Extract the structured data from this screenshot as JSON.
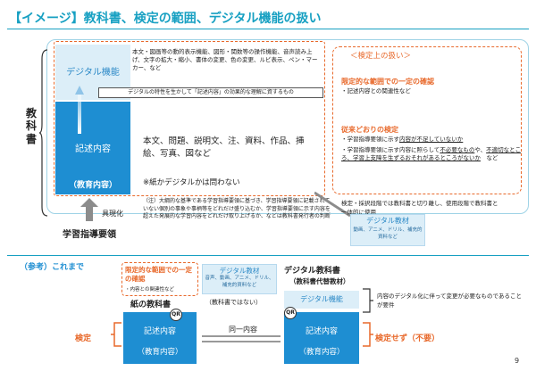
{
  "title": "【イメージ】教科書、検定の範囲、デジタル機能の扱い",
  "textbook_label": "教\n科\n書",
  "digital": {
    "label": "デジタル機能",
    "desc": "本文・図画等の動的表示機能、図形・関数等の操作機能、音声読み上げ、文字の拡大・縮小、書体の変更、色の変更、ルビ表示、ペン・マーカー、など",
    "bar": "デジタルの特性を生かして「記述内容」の効果的な理解に資するもの"
  },
  "content": {
    "label": "記述内容",
    "sub_label": "（教育内容）",
    "desc": "本文、問題、説明文、注、資料、作品、挿絵、写真、図など",
    "note": "※紙かデジタルかは問わない"
  },
  "kentei": {
    "title": "＜検定上の扱い＞",
    "limited_title": "限定的な範囲での一定の確認",
    "limited_item": "・記述内容との関連性など",
    "conventional_title": "従来どおりの検定",
    "conv_item1_pre": "・学習指導要領に示す",
    "conv_item1_ul": "内容が不足していないか",
    "conv_item2_pre": "・学習指導要領に示す内容に照らして",
    "conv_item2_ul": "不必要なもの",
    "conv_item2_mid": "や、",
    "conv_item2_ul2": "不適切なところ、学習上支障を生ずるおそれがあるところがないか",
    "conv_item2_post": "　など"
  },
  "guideline": {
    "concretize": "具現化",
    "label": "学習指導要領",
    "note": "（注）大綱的な基準である学習指導要領に基づき、学習指導要領に記載されていない個別の事象や事柄等をどれだけ盛り込むか、学習指導要領に示す内容を超えた発展的な学習内容をどれだけ取り上げるか、などは教科書発行者の判断"
  },
  "procedure": {
    "text": "検定・採択段階では教科書と切り離し、使用段階で教科書と一体的に使用",
    "material_title": "デジタル教材",
    "material_desc": "動画、アニメ、ドリル、補充的資料など"
  },
  "reference": {
    "title": "（参考）これまで",
    "lim_conf": "限定的な範囲での一定の確認",
    "lim_conf_sub": "・内容との関連性など",
    "dm_title": "デジタル教材",
    "dm_desc": "音声、動画、アニメ、ドリル、補充的資料など",
    "dm_not": "（教科書ではない）",
    "paper_label": "紙の教科書",
    "paper_k1": "記述内容",
    "paper_k2": "（教育内容）",
    "qr": "QR",
    "kentei": "検定",
    "same": "同一内容",
    "dt_title": "デジタル教科書",
    "dt_sub": "（教科書代替教材）",
    "dt_digital": "デジタル機能",
    "dt_k1": "記述内容",
    "dt_k2": "（教育内容）",
    "no_kentei": "検定せず（不要）",
    "change_note": "内容のデジタル化に伴って変更が必要なものであることが要件"
  },
  "page_number": "9",
  "colors": {
    "accent": "#17a0c2",
    "blue": "#1e8ed2",
    "light_blue": "#dceef8",
    "orange": "#e8692b"
  }
}
